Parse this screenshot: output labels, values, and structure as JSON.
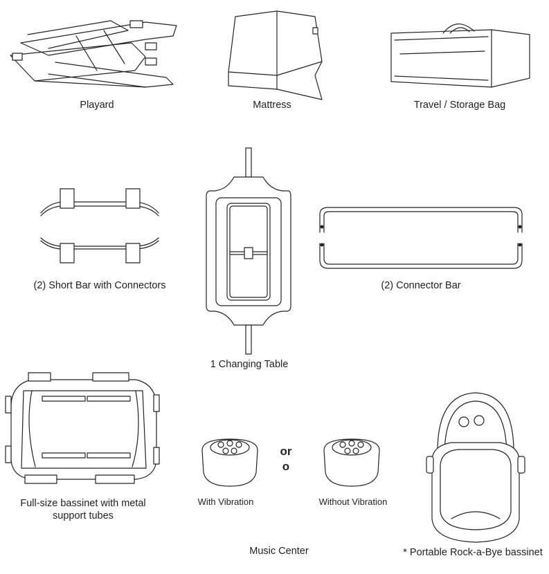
{
  "parts": {
    "playard": "Playard",
    "mattress": "Mattress",
    "travel_bag": "Travel / Storage Bag",
    "short_bar": "(2) Short Bar with Connectors",
    "connector_bar": "(2) Connector Bar",
    "changing_table": "1 Changing Table",
    "bassinet_line1": "Full-size bassinet with metal",
    "bassinet_line2": "support tubes",
    "with_vibration": "With Vibration",
    "without_vibration": "Without Vibration",
    "or_text": "or",
    "or_second": "o",
    "music_center": "Music Center",
    "portable_bassinet": "* Portable Rock-a-Bye bassinet"
  }
}
